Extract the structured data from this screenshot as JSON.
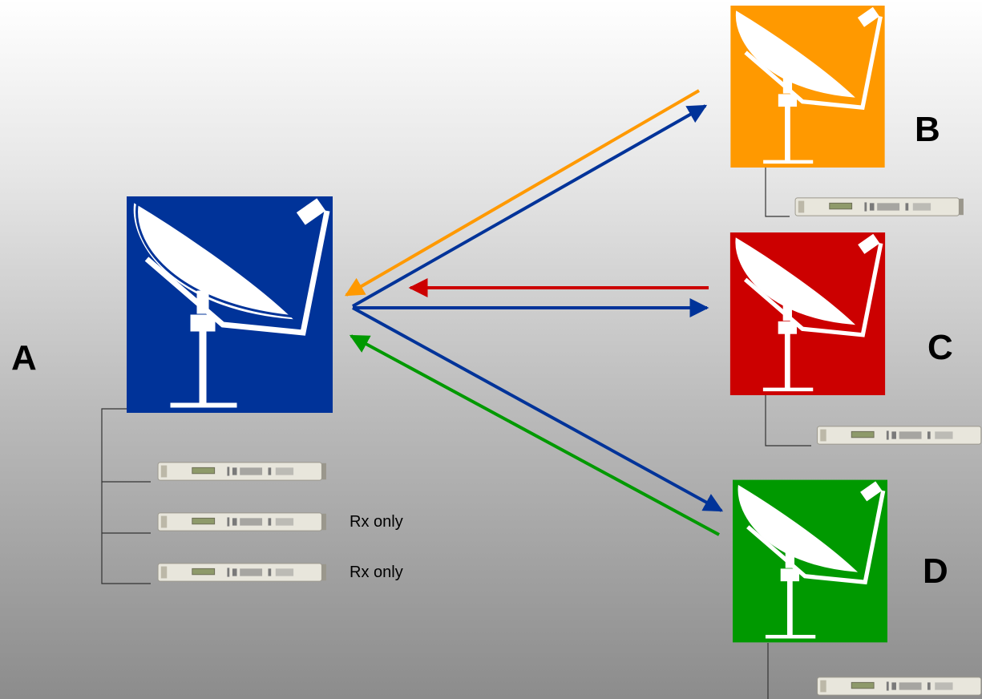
{
  "colors": {
    "site_a": "#003399",
    "site_b": "#ff9900",
    "site_c": "#cc0000",
    "site_d": "#009900",
    "link_a": "#003399",
    "link_b": "#ff9900",
    "link_c": "#cc0000",
    "link_d": "#009900"
  },
  "sites": {
    "a": {
      "label": "A",
      "icon": "satellite-dish-icon"
    },
    "b": {
      "label": "B",
      "icon": "satellite-dish-icon"
    },
    "c": {
      "label": "C",
      "icon": "satellite-dish-icon"
    },
    "d": {
      "label": "D",
      "icon": "satellite-dish-icon"
    }
  },
  "modems": {
    "a1": {
      "note": ""
    },
    "a2": {
      "note": "Rx only"
    },
    "a3": {
      "note": "Rx only"
    }
  }
}
